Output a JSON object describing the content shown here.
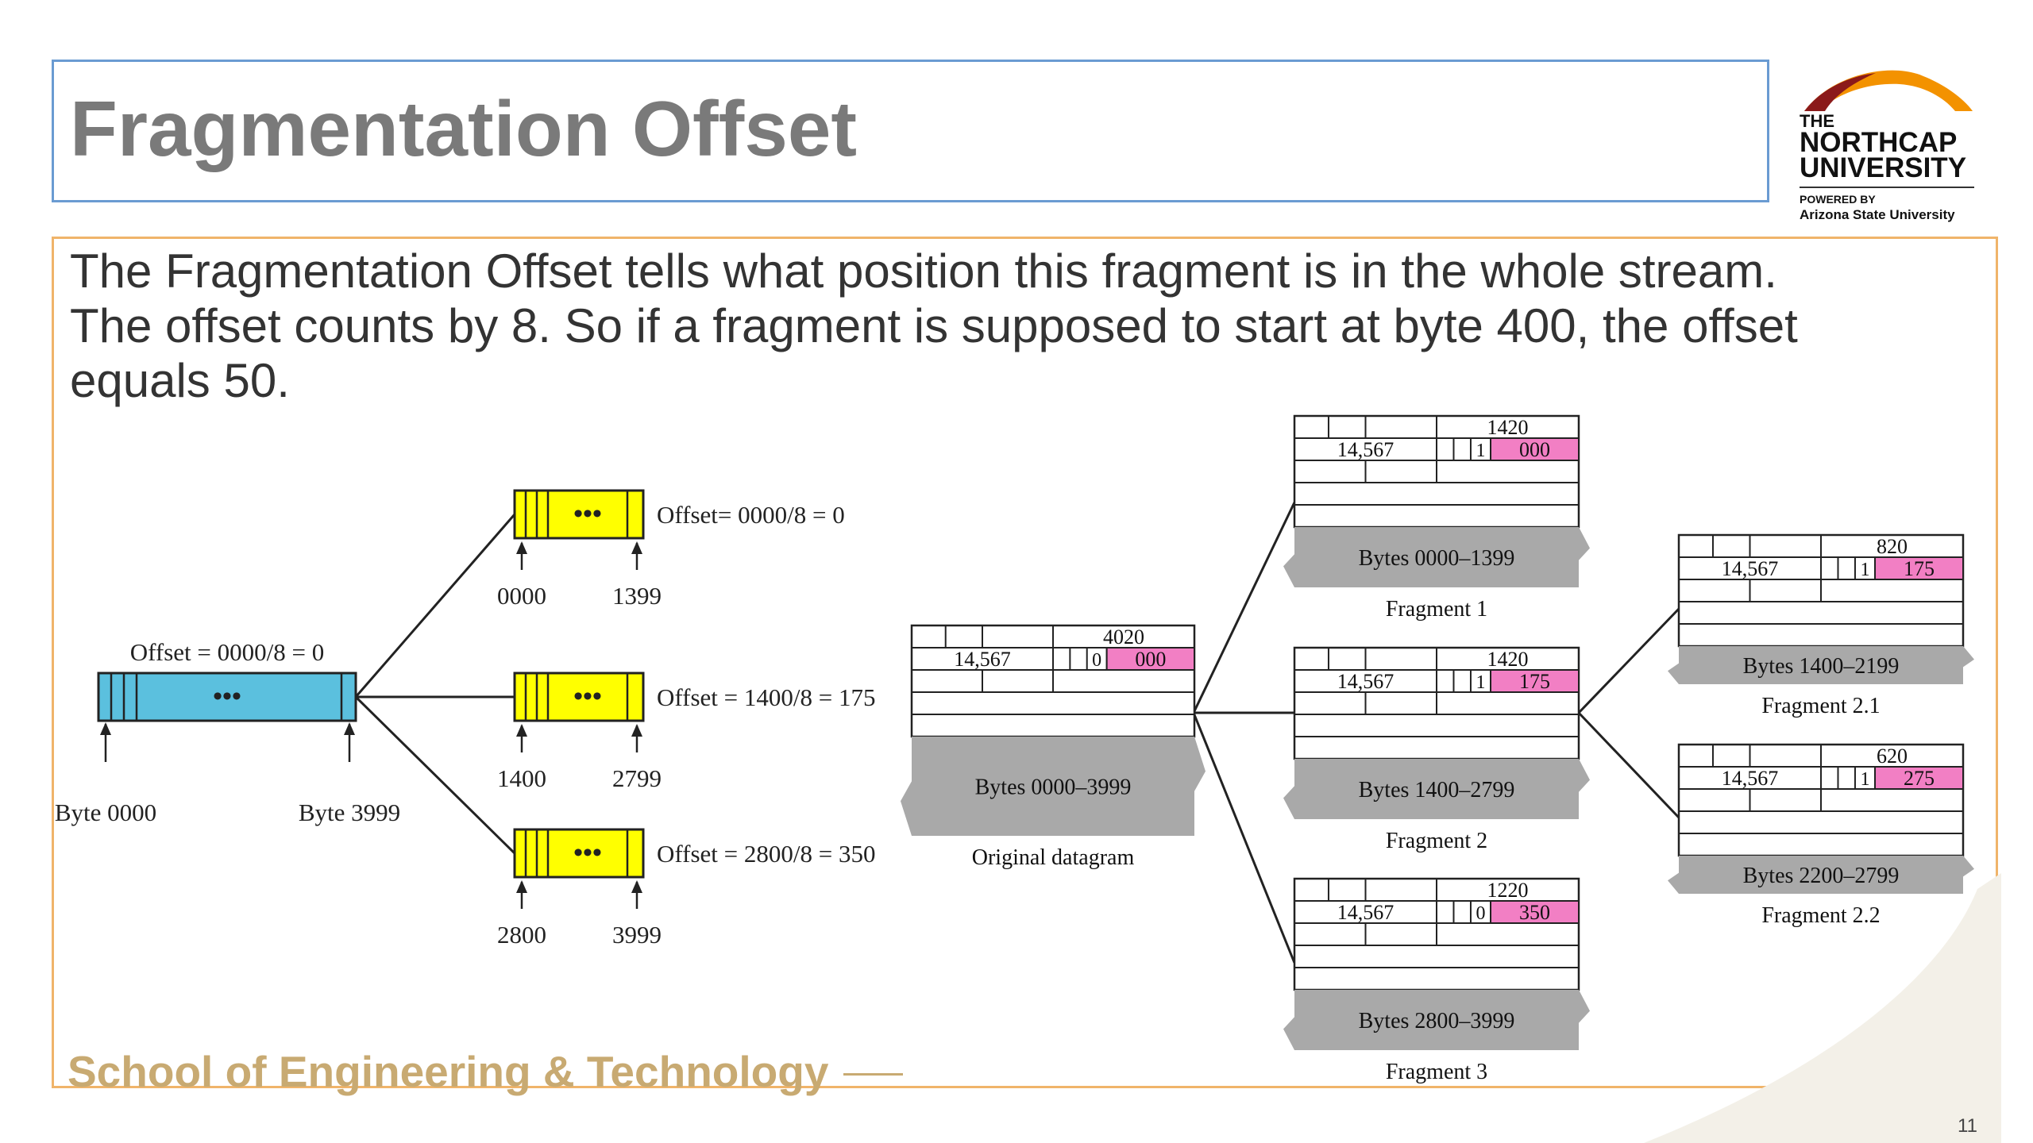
{
  "slide": {
    "title": "Fragmentation Offset",
    "body_lines": [
      "The Fragmentation Offset tells what position this fragment is in the whole stream.",
      "The offset counts by 8.  So if a fragment is supposed to start at byte 400, the offset",
      "equals 50."
    ],
    "footer_school": "School of Engineering & Technology",
    "page_number": "11"
  },
  "logo": {
    "line1": "THE",
    "line2": "NORTHCAP",
    "line3": "UNIVERSITY",
    "line4": "POWERED BY",
    "line5": "Arizona State University",
    "colors": {
      "arc_dark": "#8b1a1a",
      "arc_orange": "#f39200"
    }
  },
  "left_diagram": {
    "original": {
      "offset_label": "Offset = 0000/8 = 0",
      "dots": "•••",
      "start_label": "Byte 0000",
      "end_label": "Byte 3999",
      "color": "#5bc0de"
    },
    "fragments": [
      {
        "offset_label": "Offset= 0000/8 = 0",
        "start": "0000",
        "end": "1399",
        "dots": "•••"
      },
      {
        "offset_label": "Offset = 1400/8 = 175",
        "start": "1400",
        "end": "2799",
        "dots": "•••"
      },
      {
        "offset_label": "Offset = 2800/8 = 350",
        "start": "2800",
        "end": "3999",
        "dots": "•••"
      }
    ],
    "fragment_color": "#ffff00"
  },
  "right_diagram": {
    "original": {
      "length": "4020",
      "id": "14,567",
      "flag": "0",
      "offset": "000",
      "bytes": "Bytes 0000–3999",
      "caption": "Original datagram"
    },
    "fragments": [
      {
        "length": "1420",
        "id": "14,567",
        "flag": "1",
        "offset": "000",
        "bytes": "Bytes 0000–1399",
        "caption": "Fragment 1"
      },
      {
        "length": "1420",
        "id": "14,567",
        "flag": "1",
        "offset": "175",
        "bytes": "Bytes 1400–2799",
        "caption": "Fragment 2"
      },
      {
        "length": "1220",
        "id": "14,567",
        "flag": "0",
        "offset": "350",
        "bytes": "Bytes 2800–3999",
        "caption": "Fragment 3"
      },
      {
        "length": "820",
        "id": "14,567",
        "flag": "1",
        "offset": "175",
        "bytes": "Bytes 1400–2199",
        "caption": "Fragment 2.1"
      },
      {
        "length": "620",
        "id": "14,567",
        "flag": "1",
        "offset": "275",
        "bytes": "Bytes 2200–2799",
        "caption": "Fragment 2.2"
      }
    ],
    "offset_highlight": "#f27fc4",
    "payload_color": "#a9a9a9"
  }
}
